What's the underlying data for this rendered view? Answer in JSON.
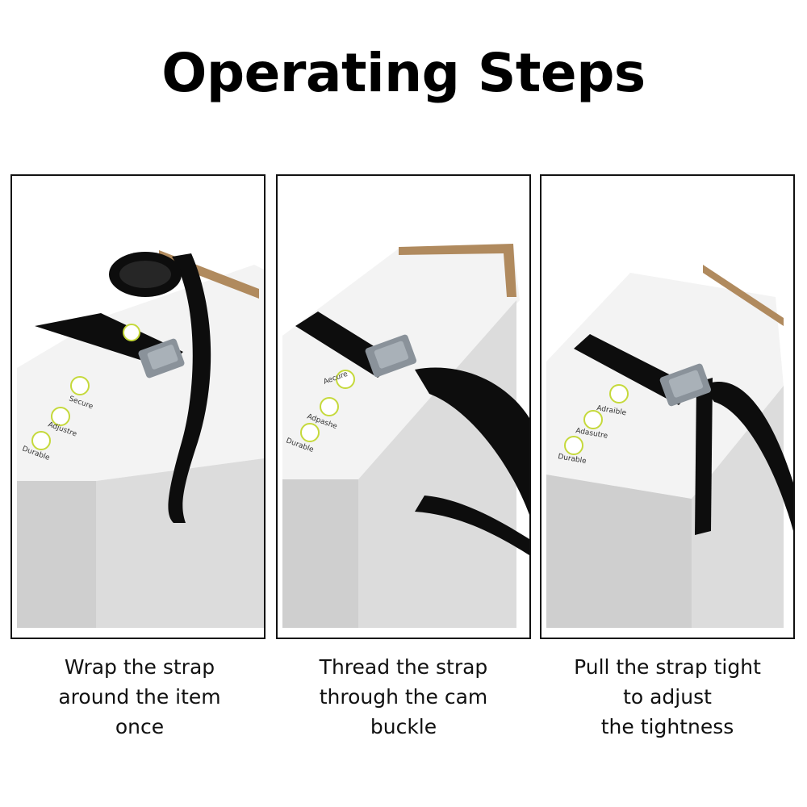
{
  "title": "Operating Steps",
  "steps": [
    {
      "caption_lines": [
        "Wrap the strap",
        "around the item",
        "once"
      ],
      "box_labels": [
        "Secure",
        "Adjustre",
        "Durable"
      ]
    },
    {
      "caption_lines": [
        "Thread the strap",
        "through the cam",
        "buckle"
      ],
      "box_labels": [
        "Aecure",
        "Adpashe",
        "Durable"
      ]
    },
    {
      "caption_lines": [
        "Pull the strap tight",
        "to adjust",
        "the tightness"
      ],
      "box_labels": [
        "Adraible",
        "Adasutre",
        "Durable"
      ]
    }
  ],
  "colors": {
    "strap": "#0d0d0d",
    "box_top": "#f4f4f4",
    "box_side": "#e6e6e6",
    "box_front": "#d4d4d4",
    "cardboard": "#b08a5e",
    "badge": "#c5d93b",
    "buckle": "#8a929a"
  }
}
